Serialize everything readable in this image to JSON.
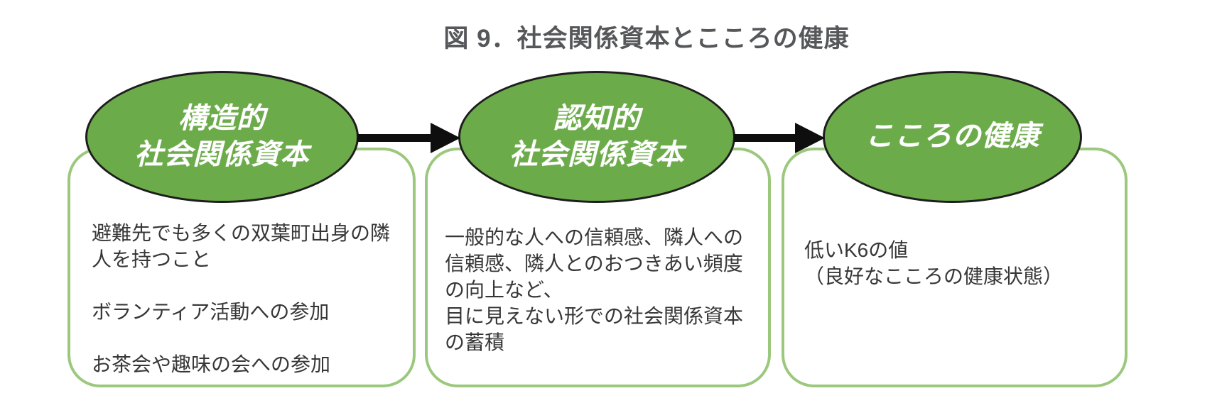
{
  "title": "図 9．社会関係資本とこころの健康",
  "colors": {
    "ellipse_fill": "#6cab4a",
    "ellipse_outline": "#1d1d1d",
    "ellipse_text": "#ffffff",
    "box_border": "#9cc87e",
    "body_text": "#373737",
    "title_text": "#56575a",
    "arrow": "#0e0e0e",
    "background": "#ffffff"
  },
  "diagram": {
    "nodes": [
      {
        "id": "structural-social-capital",
        "ellipse_label": "構造的\n社会関係資本",
        "box_text": "避難先でも多くの双葉町出身の隣人を持つこと\n\nボランティア活動への参加\n\nお茶会や趣味の会への参加"
      },
      {
        "id": "cognitive-social-capital",
        "ellipse_label": "認知的\n社会関係資本",
        "box_text": "一般的な人への信頼感、隣人への信頼感、隣人とのおつきあい頻度の向上など、\n目に見えない形での社会関係資本の蓄積"
      },
      {
        "id": "mental-health",
        "ellipse_label": "こころの健康",
        "box_text": "低いK6の値\n（良好なこころの健康状態）"
      }
    ],
    "connectors": [
      {
        "from": "structural-social-capital",
        "to": "cognitive-social-capital",
        "type": "arrow-right"
      },
      {
        "from": "cognitive-social-capital",
        "to": "mental-health",
        "type": "arrow-right"
      }
    ]
  }
}
